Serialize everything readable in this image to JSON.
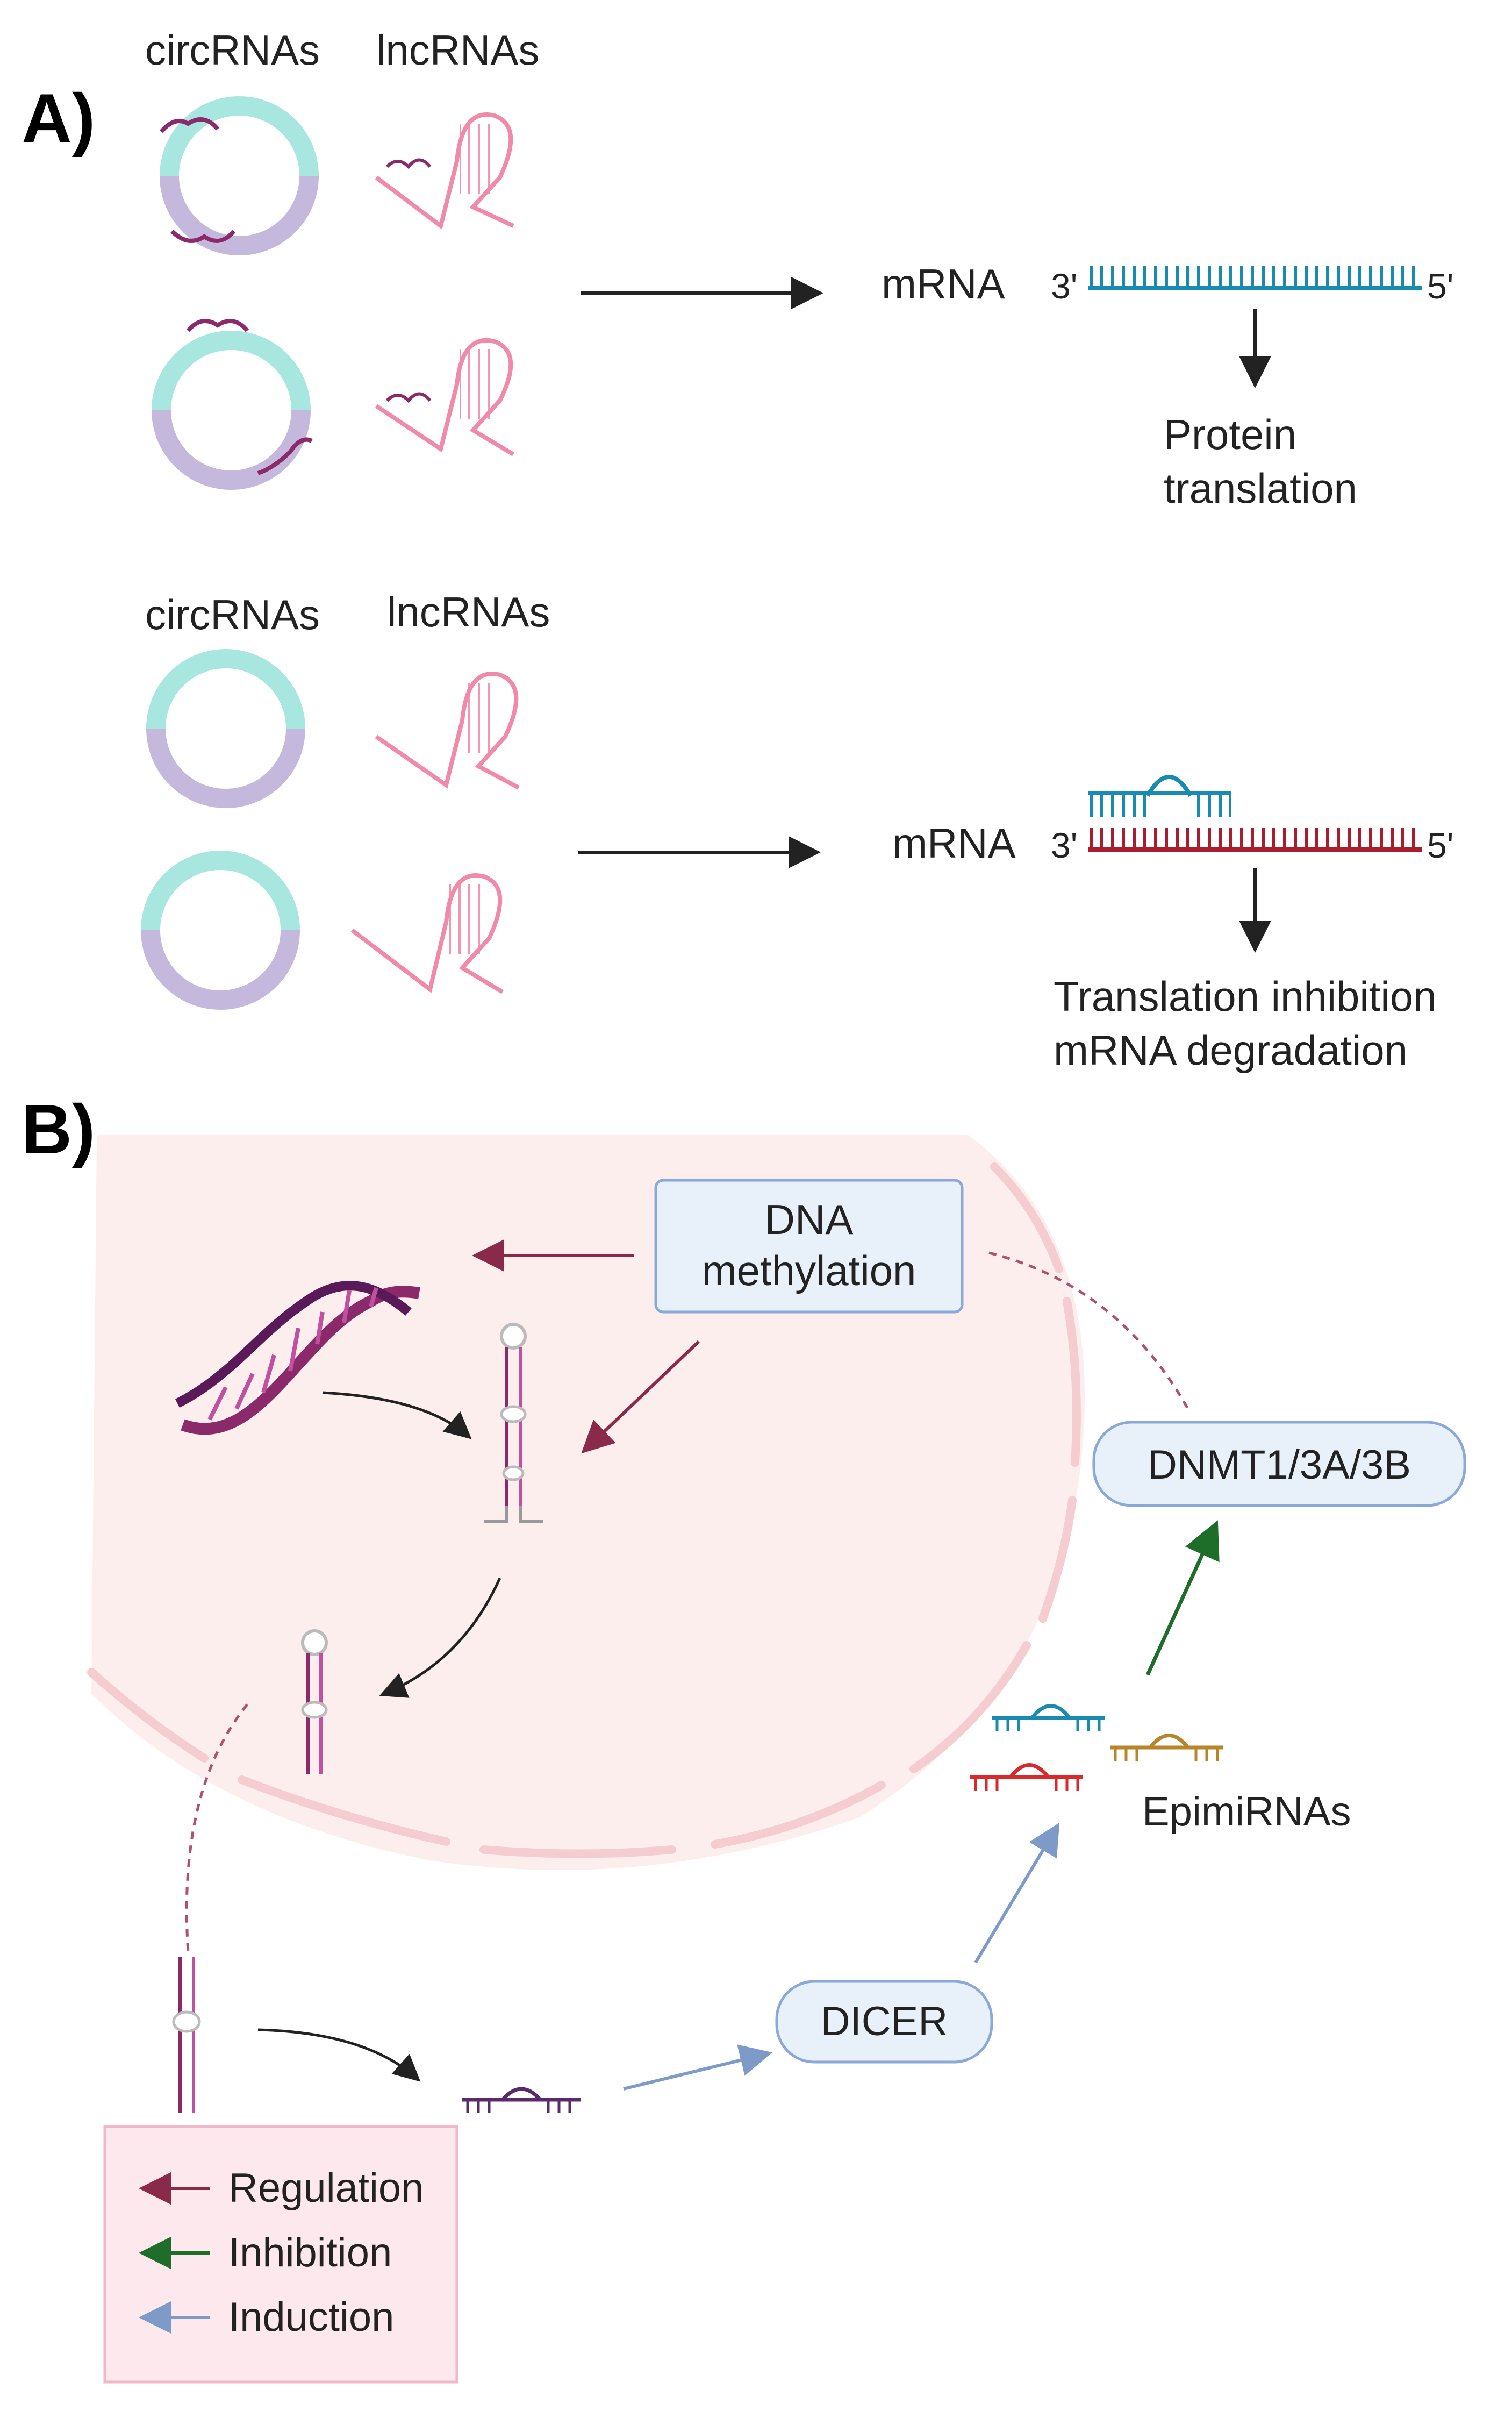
{
  "panel_a": {
    "letter": "A)",
    "top": {
      "circ_label": "circRNAs",
      "lnc_label": "lncRNAs",
      "mrna_label": "mRNA",
      "three_prime": "3'",
      "five_prime": "5'",
      "outcome_line1": "Protein",
      "outcome_line2": "translation"
    },
    "bottom": {
      "circ_label": "circRNAs",
      "lnc_label": "lncRNAs",
      "mrna_label": "mRNA",
      "three_prime": "3'",
      "five_prime": "5'",
      "outcome_line1": "Translation inhibition",
      "outcome_line2": "mRNA degradation"
    }
  },
  "panel_b": {
    "letter": "B)",
    "dna_methylation_line1": "DNA",
    "dna_methylation_line2": "methylation",
    "dnmt_label": "DNMT1/3A/3B",
    "dicer_label": "DICER",
    "epimirnas_label": "EpimiRNAs",
    "legend": {
      "regulation": "Regulation",
      "inhibition": "Inhibition",
      "induction": "Induction"
    }
  },
  "colors": {
    "circ_teal": "#a8e6e0",
    "circ_lavender": "#c4b8dc",
    "lnc_pink": "#f08aa8",
    "mrna_blue": "#1a8bb0",
    "mrna_red": "#a81e2c",
    "regulation_arrow": "#8a2a4a",
    "inhibition_arrow": "#1e6e2a",
    "induction_arrow": "#7e9ac8",
    "cell_fill": "#fdeeee",
    "box_fill": "#e8f0fa",
    "box_stroke": "#8aa8d8"
  }
}
